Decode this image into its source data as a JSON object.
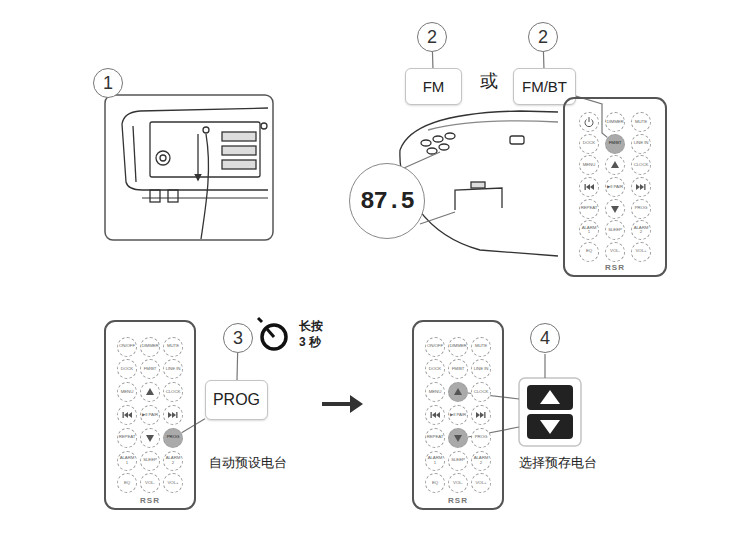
{
  "diagram": {
    "nodes": [
      {
        "text": [
          "1"
        ]
      },
      {
        "text": [
          "2"
        ]
      },
      {
        "text": [
          "FM"
        ]
      },
      {
        "text": [
          "2"
        ]
      },
      {
        "text": [
          "FM/BT"
        ]
      },
      {
        "text": [
          "87.5"
        ]
      },
      {
        "text": [
          "RSR"
        ]
      },
      {
        "text": [
          "DIMMER"
        ],
        "in": 6
      },
      {
        "text": [
          "MUTE"
        ],
        "in": 6
      },
      {
        "text": [
          "DOCK"
        ],
        "in": 6
      },
      {
        "text": [
          "FM/BT"
        ],
        "in": 6
      },
      {
        "text": [
          "LINE IN"
        ],
        "in": 6
      },
      {
        "text": [
          "MENU"
        ],
        "in": 6
      },
      {
        "text": [
          "CLOCK"
        ],
        "in": 6
      },
      {
        "text": [
          "▶II PAIR"
        ],
        "in": 6
      },
      {
        "text": [
          "REPEAT"
        ],
        "in": 6
      },
      {
        "text": [
          "PROG"
        ],
        "in": 6
      },
      {
        "text": [
          "ALARM 1"
        ],
        "in": 6
      },
      {
        "text": [
          "SLEEP"
        ],
        "in": 6
      },
      {
        "text": [
          "ALARM 2"
        ],
        "in": 6
      },
      {
        "text": [
          "EQ"
        ],
        "in": 6
      },
      {
        "text": [
          "VOL-"
        ],
        "in": 6
      },
      {
        "text": [
          "VOL+"
        ],
        "in": 6
      },
      {
        "text": [
          "3"
        ]
      },
      {
        "text": [
          "PROG"
        ]
      },
      {
        "text": [
          "RSR"
        ]
      },
      {
        "text": [
          "ON/OFF"
        ],
        "in": 25
      },
      {
        "text": [
          "DIMMER"
        ],
        "in": 25
      },
      {
        "text": [
          "MUTE"
        ],
        "in": 25
      },
      {
        "text": [
          "DOCK"
        ],
        "in": 25
      },
      {
        "text": [
          "FM/BT"
        ],
        "in": 25
      },
      {
        "text": [
          "LINE IN"
        ],
        "in": 25
      },
      {
        "text": [
          "MENU"
        ],
        "in": 25
      },
      {
        "text": [
          "CLOCK"
        ],
        "in": 25
      },
      {
        "text": [
          "▶II PAIR"
        ],
        "in": 25
      },
      {
        "text": [
          "REPEAT"
        ],
        "in": 25
      },
      {
        "text": [
          "PROG"
        ],
        "in": 25
      },
      {
        "text": [
          "ALARM 1"
        ],
        "in": 25
      },
      {
        "text": [
          "SLEEP"
        ],
        "in": 25
      },
      {
        "text": [
          "ALARM 2"
        ],
        "in": 25
      },
      {
        "text": [
          "EQ"
        ],
        "in": 25
      },
      {
        "text": [
          "VOL-"
        ],
        "in": 25
      },
      {
        "text": [
          "VOL+"
        ],
        "in": 25
      },
      {
        "text": [
          "4"
        ]
      },
      {
        "text": [
          "RSR"
        ]
      },
      {
        "text": [
          "ON/OFF"
        ],
        "in": 44
      },
      {
        "text": [
          "DIMMER"
        ],
        "in": 44
      },
      {
        "text": [
          "MUTE"
        ],
        "in": 44
      },
      {
        "text": [
          "DOCK"
        ],
        "in": 44
      },
      {
        "text": [
          "FM/BT"
        ],
        "in": 44
      },
      {
        "text": [
          "LINE IN"
        ],
        "in": 44
      },
      {
        "text": [
          "MENU"
        ],
        "in": 44
      },
      {
        "text": [
          "CLOCK"
        ],
        "in": 44
      },
      {
        "text": [
          "▶II PAIR"
        ],
        "in": 44
      },
      {
        "text": [
          "REPEAT"
        ],
        "in": 44
      },
      {
        "text": [
          "PROG"
        ],
        "in": 44
      },
      {
        "text": [
          "ALARM 1"
        ],
        "in": 44
      },
      {
        "text": [
          "SLEEP"
        ],
        "in": 44
      },
      {
        "text": [
          "ALARM 2"
        ],
        "in": 44
      },
      {
        "text": [
          "EQ"
        ],
        "in": 44
      },
      {
        "text": [
          "VOL-"
        ],
        "in": 44
      },
      {
        "text": [
          "VOL+"
        ],
        "in": 44
      }
    ],
    "edges": [
      {
        "from": 1,
        "to": 2,
        "arrow": "none"
      },
      {
        "from": 3,
        "to": 4,
        "arrow": "none"
      },
      {
        "from": 4,
        "to": 10,
        "arrow": "none"
      },
      {
        "from": 23,
        "to": 24,
        "arrow": "none"
      },
      {
        "from": 24,
        "to": 36,
        "arrow": "none"
      }
    ],
    "labels": [
      "或",
      "长按 3 秒",
      "自动预设电台",
      "选择预存电台"
    ]
  }
}
